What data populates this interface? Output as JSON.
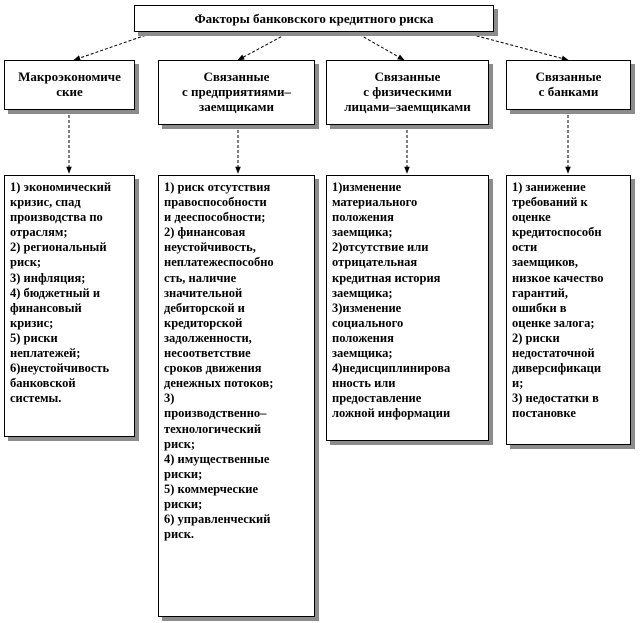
{
  "title": "Факторы банковского кредитного риска",
  "columns": [
    {
      "header": "Макроэкономиче\nские",
      "text": "1) экономический\nкризис, спад\nпроизводства по\nотраслям;\n2) региональный\nриск;\n3) инфляция;\n4) бюджетный и\nфинансовый\nкризис;\n5) риски\nнеплатежей;\n6)неустойчивость\nбанковской\nсистемы."
    },
    {
      "header": "Связанные\nс предприятиями–\nзаемщиками",
      "text": "1) риск отсутствия\nправоспособности\nи дееспособности;\n2) финансовая\nнеустойчивость,\nнеплатежеспособно\nсть, наличие\nзначительной\nдебиторской и\nкредиторской\nзадолженности,\nнесоответствие\nсроков движения\nденежных потоков;\n3)\nпроизводственно–\nтехнологический\nриск;\n4) имущественные\nриски;\n5) коммерческие\nриски;\n6) управленческий\nриск."
    },
    {
      "header": "Связанные\nс физическими\nлицами–заемщиками",
      "text": "1)изменение\nматериального\nположения\nзаемщика;\n2)отсутствие или\nотрицательная\nкредитная история\nзаемщика;\n3)изменение\nсоциального\nположения\nзаемщика;\n4)недисциплинирова\nнность или\nпредоставление\nложной информации"
    },
    {
      "header": "Связанные\nс банками",
      "text": "1) занижение\nтребований к\nоценке\nкредитоспособн\nости\nзаемщиков,\nнизкое качество\nгарантий,\nошибки в\nоценке залога;\n2) риски\nнедостаточной\nдиверсификаци\nи;\n3) недостатки в\nпостановке"
    }
  ]
}
